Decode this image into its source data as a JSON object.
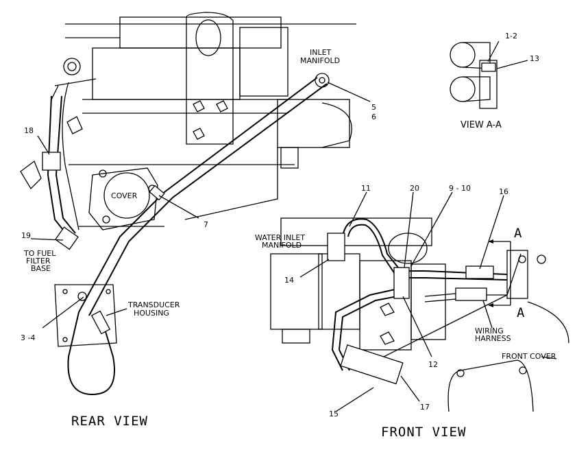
{
  "views": {
    "rear": "REAR VIEW",
    "front": "FRONT VIEW",
    "detail": "VIEW A-A"
  },
  "callouts": {
    "inlet_manifold_1": "INLET",
    "inlet_manifold_2": "MANIFOLD",
    "cover": "COVER",
    "to_fuel_1": "TO FUEL",
    "to_fuel_2": "FILTER",
    "to_fuel_3": "BASE",
    "transducer_1": "TRANSDUCER",
    "transducer_2": "HOUSING",
    "water_inlet_1": "WATER INLET",
    "water_inlet_2": "MANIFOLD",
    "wiring_1": "WIRING",
    "wiring_2": "HARNESS",
    "front_cover": "FRONT COVER",
    "section_a_top": "A",
    "section_a_bottom": "A"
  },
  "part_numbers": {
    "p1_2": "1-2",
    "p13": "13",
    "p5": "5",
    "p6": "6",
    "p18": "18",
    "p7": "7",
    "p19": "19",
    "p3_4": "3 -4",
    "p11": "11",
    "p20": "20",
    "p9_10": "9 - 10",
    "p16": "16",
    "p14": "14",
    "p12": "12",
    "p15": "15",
    "p17": "17"
  }
}
